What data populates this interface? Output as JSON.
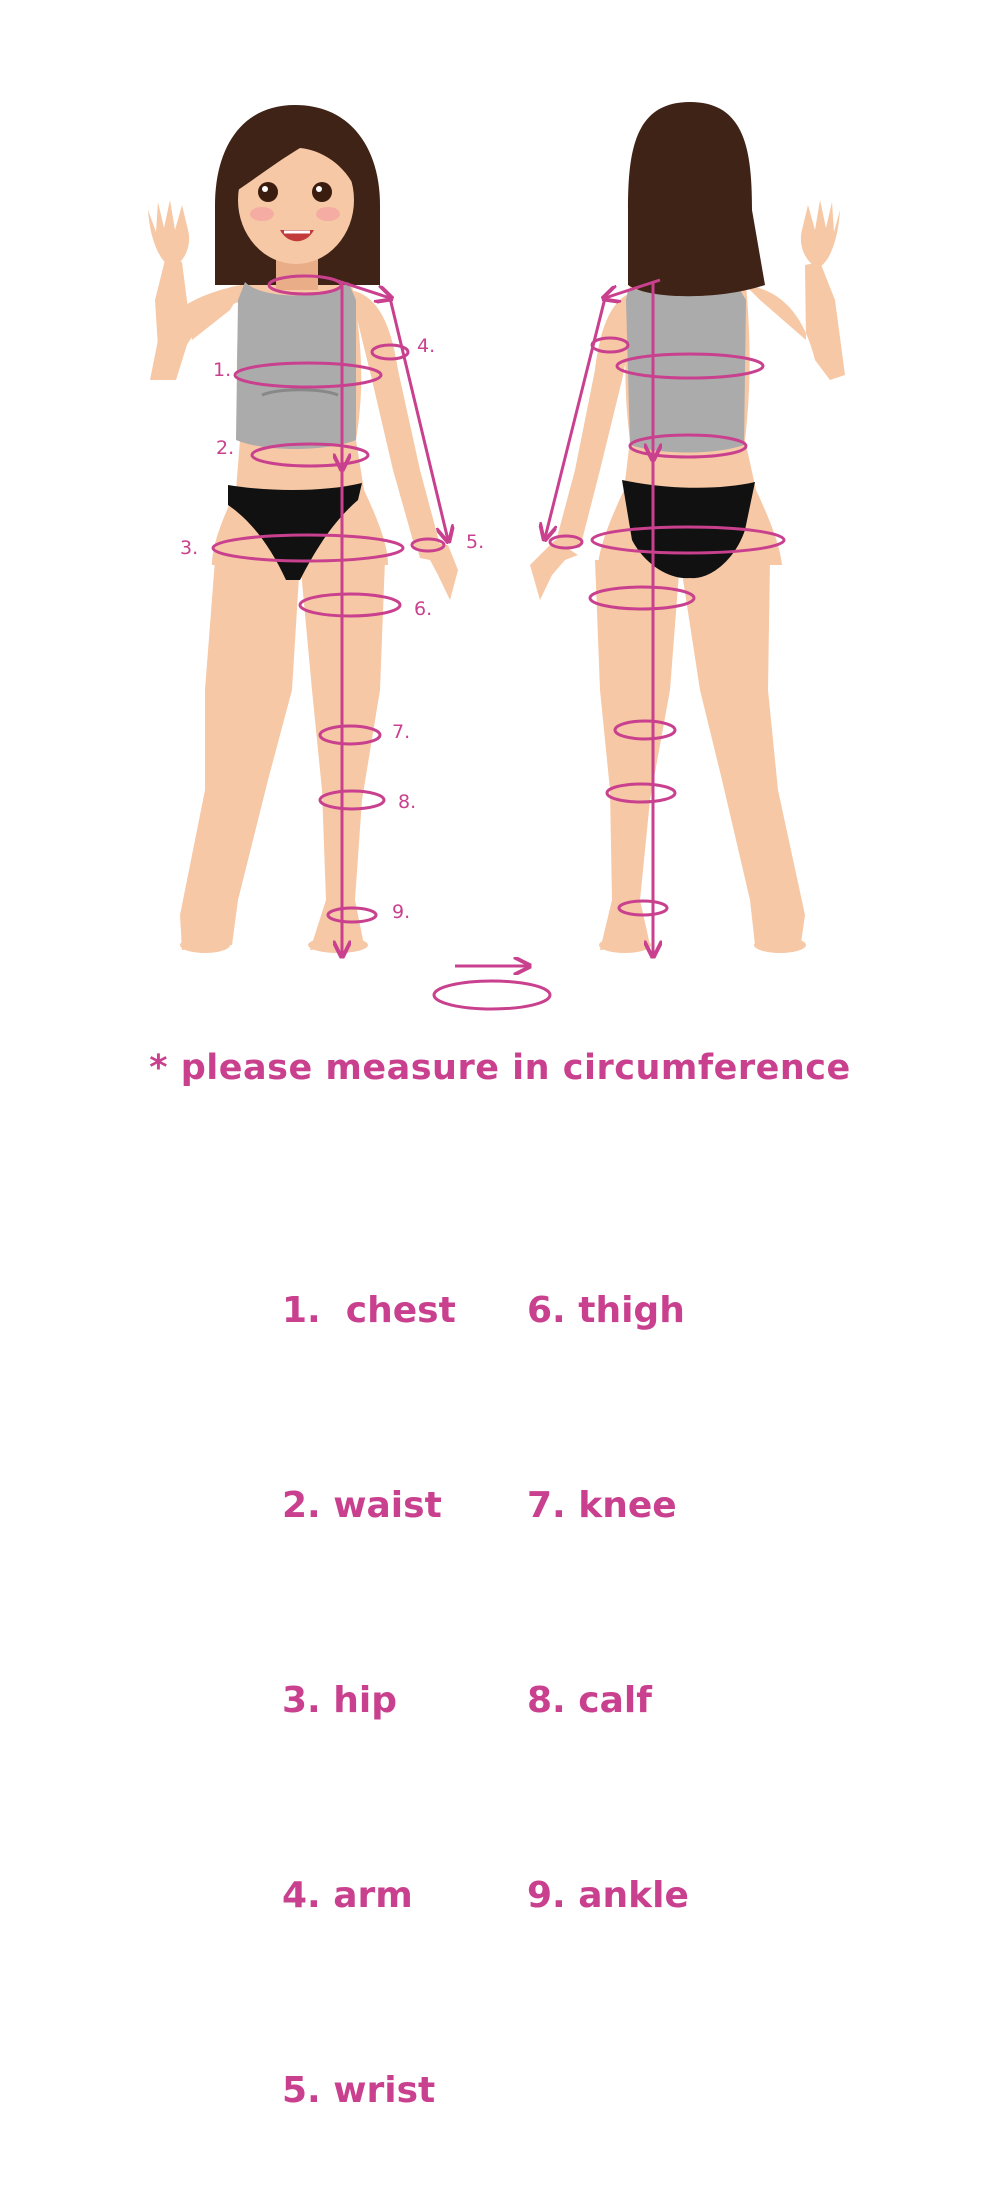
{
  "figure": {
    "colors": {
      "skin": "#f6c8a6",
      "skin_shade": "#e9ad88",
      "hair": "#3f2316",
      "top": "#ababab",
      "underwear": "#111111",
      "measure": "#c9418e",
      "blush": "#f3a0a3"
    },
    "front_labels": [
      "1.",
      "2.",
      "3.",
      "4.",
      "5.",
      "6.",
      "7.",
      "8.",
      "9."
    ],
    "icons": [
      "circumference-icon"
    ]
  },
  "note": "* please measure in circumference",
  "legend": {
    "left": [
      "1.  chest",
      "2. waist",
      "3. hip",
      "4. arm",
      "5. wrist"
    ],
    "right": [
      "6. thigh",
      "7. knee",
      "8. calf",
      "9. ankle"
    ]
  }
}
